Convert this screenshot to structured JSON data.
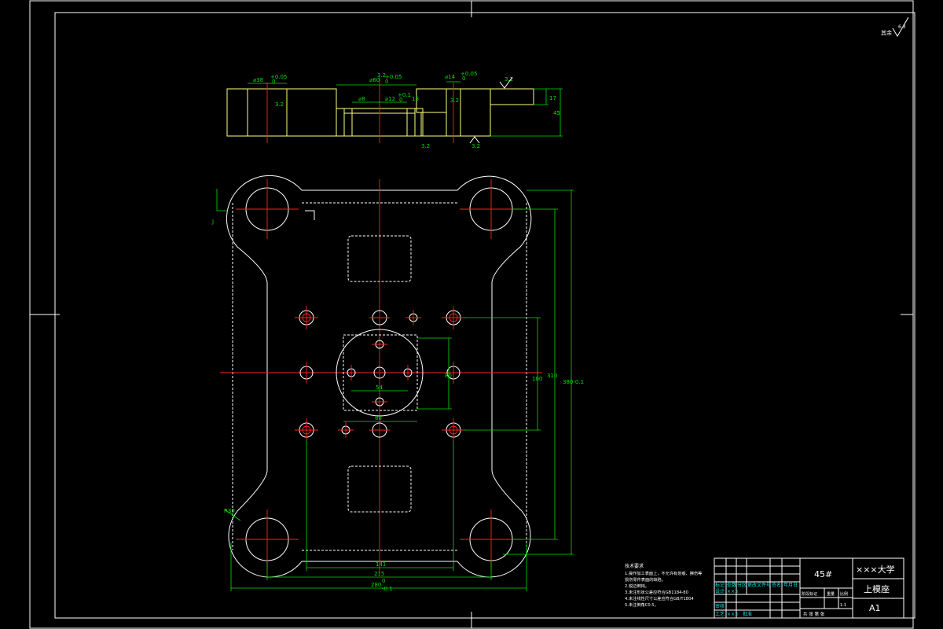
{
  "drawing": {
    "roughness": {
      "label": "其余",
      "value": "6.3"
    },
    "section_view": {
      "dim_d38": "⌀38",
      "dim_d38_tol": "+0.05",
      "dim_d38_tol2": "0",
      "dim_d60": "⌀60",
      "dim_d60_tol": "+0.05",
      "dim_d60_tol2": "0",
      "dim_d14": "⌀14",
      "dim_d14_tol": "+0.05",
      "dim_d14_tol2": "0",
      "dim_d8": "⌀8",
      "dim_d12": "⌀12",
      "dim_d12_tol": "+0.1",
      "dim_d12_tol2": "0",
      "dim_17": "17",
      "dim_45": "45",
      "dim_18": "18",
      "rough_a": "3.2",
      "rough_b": "3.2",
      "rough_c": "3.2",
      "rough_d": "3.2",
      "rough_e": "3.2",
      "rough_f": "3.2"
    },
    "plan_view": {
      "dim_141": "141",
      "dim_215": "215",
      "dim_280": "280",
      "dim_280_tol": "0",
      "dim_280_tol2": "-0.1",
      "dim_54": "54",
      "dim_88": "88",
      "dim_80": "80",
      "dim_100": "100",
      "dim_310": "310",
      "dim_380": "380-0.1",
      "dim_r30": "R30",
      "section_mark": "J"
    },
    "notes": {
      "title": "技术要求",
      "lines": [
        "1.操作加工表面上，不允许有划痕、擦伤等",
        "  损伤零件表面的缺陷。",
        "2.锐边倒钝。",
        "3.未注形状公差应符合GB1184-80",
        "4.未注线性尺寸公差应符合GB/T1804",
        "5.未注倒角C0.5。"
      ]
    },
    "title_block": {
      "material": "45#",
      "school": "×××大学",
      "part_name": "上模座",
      "sheet": "A1",
      "designer_label": "设计",
      "designer": "×××",
      "check_label": "审核",
      "process_label": "工艺",
      "process": "×××",
      "approve_label": "批准",
      "stage_label": "阶段标记",
      "weight_label": "重量",
      "scale_label": "比例",
      "scale": "1:1",
      "sheets_label": "共 张 第 张",
      "cols": [
        "标记",
        "处数",
        "分区",
        "更改文件号",
        "签名",
        "年月日"
      ]
    }
  }
}
